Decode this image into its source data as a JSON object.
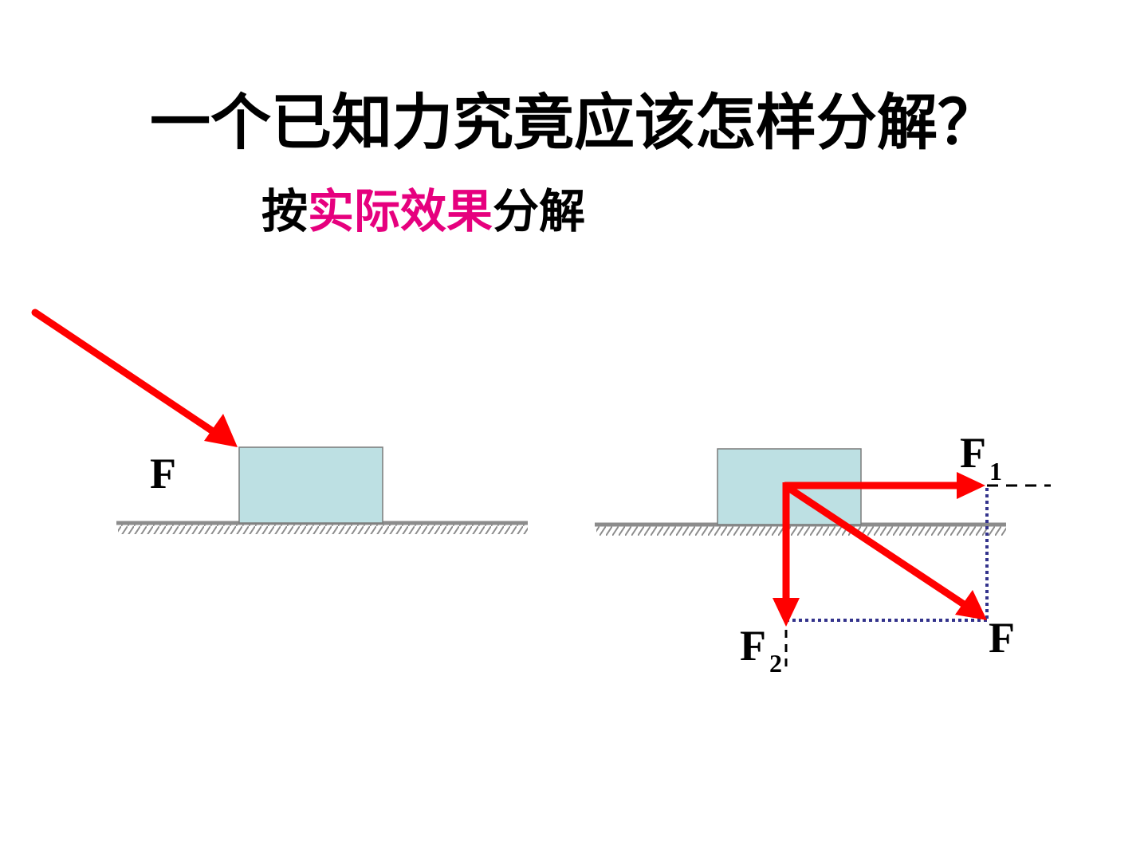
{
  "title": "一个已知力究竟应该怎样分解？",
  "subtitle": {
    "prefix": "按",
    "highlight": "实际效果",
    "suffix": "分解"
  },
  "colors": {
    "force_arrow": "#ff0000",
    "block_fill": "#bde0e3",
    "ground": "#8c8c8c",
    "construction_line": "#33338c",
    "highlight_text": "#e6007e"
  },
  "left_diagram": {
    "force_label": "F"
  },
  "right_diagram": {
    "resultant_label": "F",
    "component1_label": "F",
    "component1_subscript": "1",
    "component2_label": "F",
    "component2_subscript": "2"
  }
}
